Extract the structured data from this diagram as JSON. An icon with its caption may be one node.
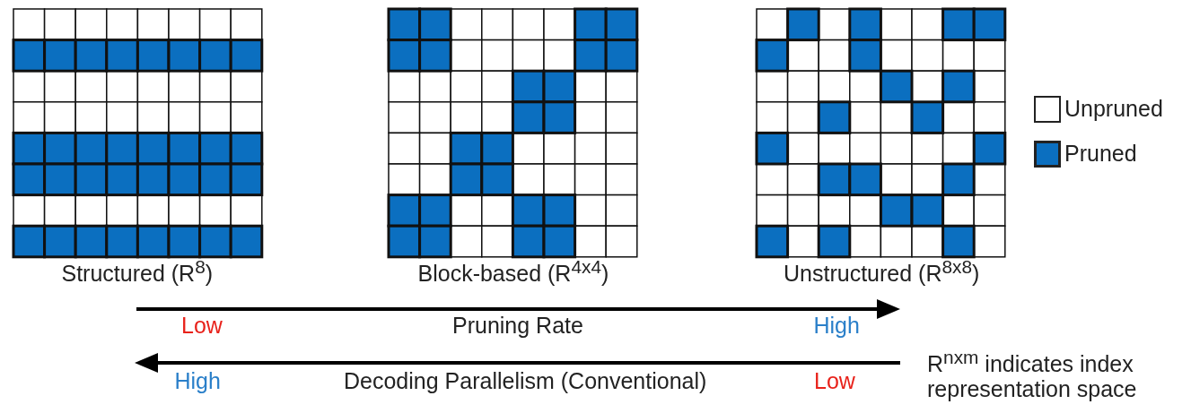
{
  "diagram": {
    "labels": [
      "Structured (R$^{8}$)",
      "Block-based (R$^{4x4}$)",
      "Unstructured (R$^{8x8}$)",
      "Low",
      "Pruning Rate",
      "High",
      "R$^{nxm}$ indicates index representation space",
      "High",
      "Decoding Parallelism (Conventional)",
      "Low"
    ],
    "legend": [
      {
        "text": "Unpruned",
        "color": "#ffffff"
      },
      {
        "text": "Pruned",
        "color": "#0b6fc0"
      }
    ]
  }
}
